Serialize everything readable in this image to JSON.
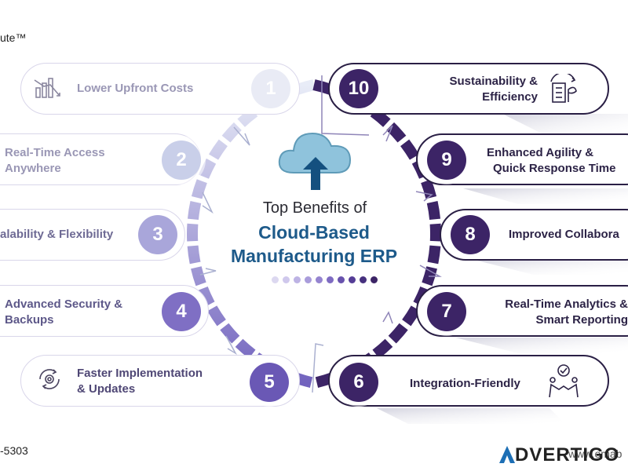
{
  "header": {
    "corner_text": "ute™"
  },
  "diagram": {
    "title_line1": "Top Benefits of",
    "title_line2": "Cloud-Based",
    "title_line3": "Manufacturing ERP",
    "benefits": [
      {
        "number": "1",
        "label_line1": "Lower Upfront Costs",
        "label_line2": "",
        "icon": "cost-chart-icon"
      },
      {
        "number": "2",
        "label_line1": "Real-Time Access",
        "label_line2": "Anywhere",
        "icon": ""
      },
      {
        "number": "3",
        "label_line1": "alability & Flexibility",
        "label_line2": "",
        "icon": ""
      },
      {
        "number": "4",
        "label_line1": "Advanced Security &",
        "label_line2": "Backups",
        "icon": ""
      },
      {
        "number": "5",
        "label_line1": "Faster Implementation",
        "label_line2": "& Updates",
        "icon": "gear-cycle-icon"
      },
      {
        "number": "6",
        "label_line1": "Integration-Friendly",
        "label_line2": "",
        "icon": "handshake-icon"
      },
      {
        "number": "7",
        "label_line1": "Real-Time Analytics &",
        "label_line2": "Smart Reporting",
        "icon": ""
      },
      {
        "number": "8",
        "label_line1": "Improved Collabora",
        "label_line2": "",
        "icon": ""
      },
      {
        "number": "9",
        "label_line1": "Enhanced Agility &",
        "label_line2": "Quick Response Time",
        "icon": ""
      },
      {
        "number": "10",
        "label_line1": "Sustainability &",
        "label_line2": "Efficiency",
        "icon": "eco-building-icon"
      }
    ]
  },
  "footer": {
    "phone_fragment": "-5303",
    "watermark_fragment": "www.emab",
    "brand": "DVERTIGO"
  },
  "colors": {
    "left_gradient_start": "#e6e9f6",
    "left_gradient_end": "#6d5fb8",
    "right_dark": "#3c2466",
    "title_blue": "#1d5a8a",
    "cloud": "#8fc3dc",
    "arrow": "#14507f"
  }
}
